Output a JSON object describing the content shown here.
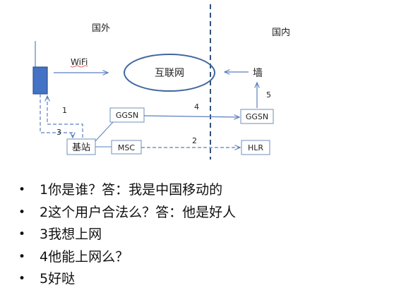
{
  "diagram": {
    "regions": {
      "abroad": "国外",
      "domestic": "国内"
    },
    "nodes": {
      "internet": "互联网",
      "wall": "墙",
      "ggsn_abroad": "GGSN",
      "ggsn_domestic": "GGSN",
      "base_station": "基站",
      "msc": "MSC",
      "hlr": "HLR"
    },
    "links": {
      "wifi": "WiFi"
    },
    "step_labels": [
      "1",
      "2",
      "3",
      "4",
      "5"
    ]
  },
  "steps": [
    "1你是谁？答：我是中国移动的",
    "2这个用户合法么？答：他是好人",
    "3我想上网",
    "4他能上网么？",
    "5好哒"
  ],
  "colors": {
    "arrow": "#5b7fbf",
    "phone_fill": "#4472c4",
    "phone_stroke": "#2f528f",
    "ellipse_stroke": "#41679f",
    "divider": "#31527d",
    "box_stroke": "#6f8fb8"
  }
}
